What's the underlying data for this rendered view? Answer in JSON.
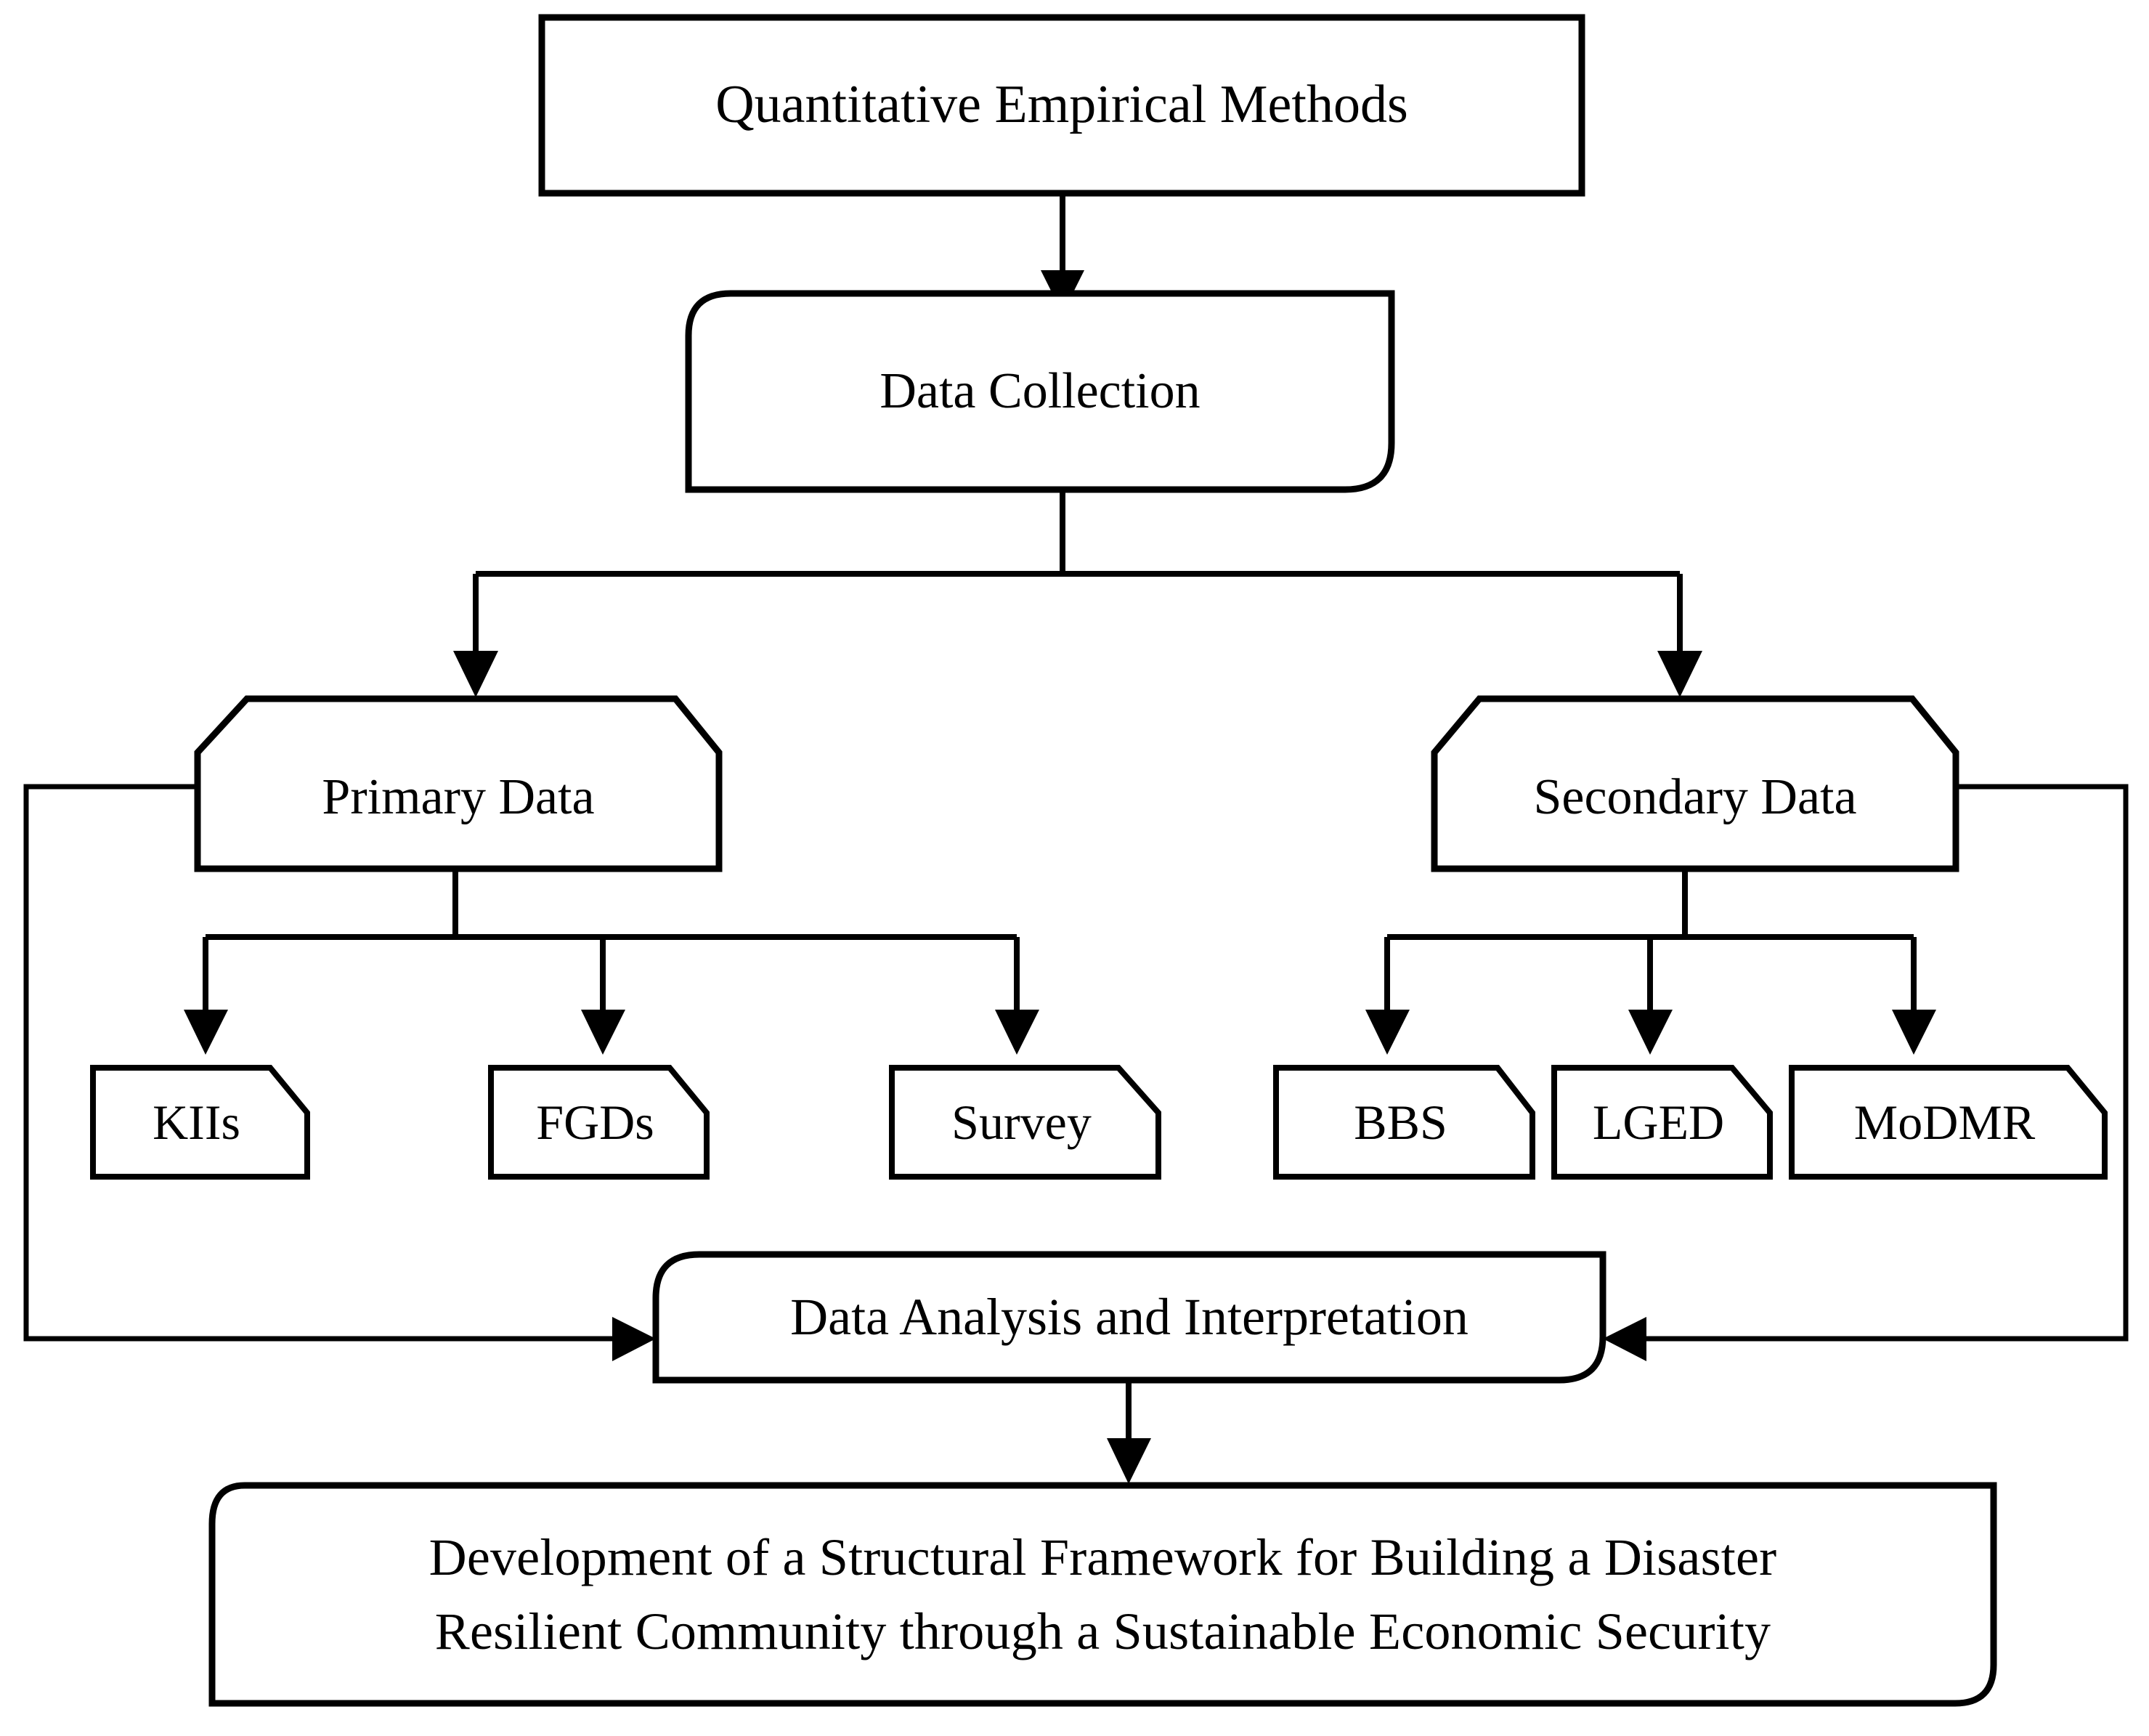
{
  "diagram": {
    "title": "Quantitative Empirical Methods research flowchart",
    "colors": {
      "stroke": "#000000",
      "fill": "#ffffff",
      "background": "#ffffff"
    },
    "nodes": {
      "top": {
        "label": "Quantitative Empirical Methods",
        "shape": "rectangle"
      },
      "collection": {
        "label": "Data Collection",
        "shape": "rounded-diagonal-rectangle"
      },
      "primary": {
        "label": "Primary Data",
        "shape": "chamfered-top-corners"
      },
      "secondary": {
        "label": "Secondary Data",
        "shape": "chamfered-top-corners"
      },
      "analysis": {
        "label": "Data Analysis and Interpretation",
        "shape": "rounded-diagonal-rectangle"
      },
      "outcome": {
        "label": "Development of a Structural Framework for Building a Disaster\nResilient Community through a Sustainable Economic Security",
        "line1": "Development of a Structural Framework for Building a Disaster",
        "line2": "Resilient Community through a Sustainable Economic Security",
        "shape": "rounded-diagonal-rectangle"
      }
    },
    "primary_sources": [
      {
        "label": "KIIs",
        "shape": "chamfered-top-right"
      },
      {
        "label": "FGDs",
        "shape": "chamfered-top-right"
      },
      {
        "label": "Survey",
        "shape": "chamfered-top-right"
      }
    ],
    "secondary_sources": [
      {
        "label": "BBS",
        "shape": "chamfered-top-right"
      },
      {
        "label": "LGED",
        "shape": "chamfered-top-right"
      },
      {
        "label": "MoDMR",
        "shape": "chamfered-top-right"
      }
    ],
    "edges": [
      {
        "name": "top-to-collection",
        "from": "Quantitative Empirical Methods",
        "to": "Data Collection",
        "style": "arrow-down"
      },
      {
        "name": "collection-to-primary",
        "from": "Data Collection",
        "to": "Primary Data",
        "style": "split-arrow-down"
      },
      {
        "name": "collection-to-secondary",
        "from": "Data Collection",
        "to": "Secondary Data",
        "style": "split-arrow-down"
      },
      {
        "name": "primary-to-kiis",
        "from": "Primary Data",
        "to": "KIIs",
        "style": "split-arrow-down"
      },
      {
        "name": "primary-to-fgds",
        "from": "Primary Data",
        "to": "FGDs",
        "style": "split-arrow-down"
      },
      {
        "name": "primary-to-survey",
        "from": "Primary Data",
        "to": "Survey",
        "style": "split-arrow-down"
      },
      {
        "name": "secondary-to-bbs",
        "from": "Secondary Data",
        "to": "BBS",
        "style": "split-arrow-down"
      },
      {
        "name": "secondary-to-lged",
        "from": "Secondary Data",
        "to": "LGED",
        "style": "split-arrow-down"
      },
      {
        "name": "secondary-to-modmr",
        "from": "Secondary Data",
        "to": "MoDMR",
        "style": "split-arrow-down"
      },
      {
        "name": "primary-to-analysis",
        "from": "Primary Data",
        "to": "Data Analysis and Interpretation",
        "style": "elbow-left-arrow-right"
      },
      {
        "name": "secondary-to-analysis",
        "from": "Secondary Data",
        "to": "Data Analysis and Interpretation",
        "style": "elbow-right-arrow-left"
      },
      {
        "name": "analysis-to-outcome",
        "from": "Data Analysis and Interpretation",
        "to": "Development of a Structural Framework for Building a Disaster Resilient Community through a Sustainable Economic Security",
        "style": "arrow-down"
      }
    ]
  }
}
